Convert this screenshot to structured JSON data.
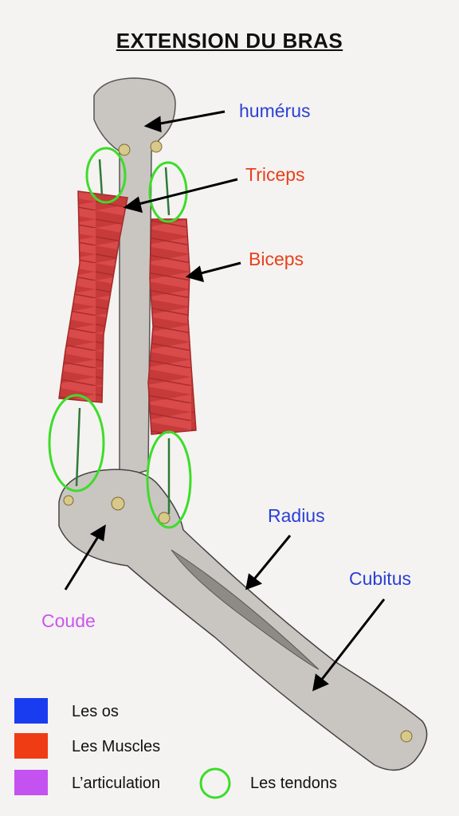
{
  "title": "EXTENSION DU BRAS",
  "labels": {
    "humerus": "humérus",
    "triceps": "Triceps",
    "biceps": "Biceps",
    "radius": "Radius",
    "cubitus": "Cubitus",
    "coude": "Coude"
  },
  "colors": {
    "bone_label": "#2b3fd6",
    "muscle_label": "#e8401c",
    "joint_label": "#cc55ee",
    "tendon_circle": "#3ddc2a",
    "muscle_fill": "#d94a4a",
    "cardboard": "#c9c6c2"
  },
  "legend": [
    {
      "swatch_color": "#1a3cf0",
      "text": "Les os"
    },
    {
      "swatch_color": "#f03c14",
      "text": "Les Muscles"
    },
    {
      "swatch_color": "#c452f0",
      "text": "L’articulation"
    },
    {
      "swatch_color": "#3ddc2a",
      "text": "Les tendons",
      "icon": "circle-outline-icon"
    }
  ]
}
